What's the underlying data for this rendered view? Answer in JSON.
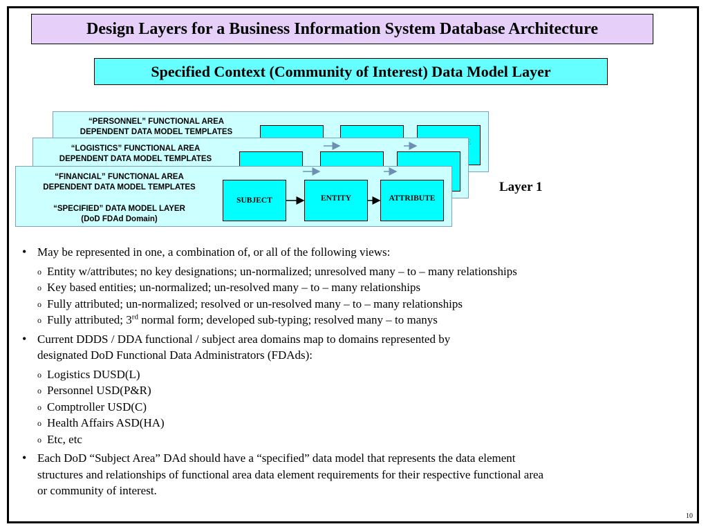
{
  "title": "Design Layers for a Business Information System Database Architecture",
  "subtitle": "Specified Context (Community of Interest) Data Model Layer",
  "diagram": {
    "layers": [
      {
        "line1": "“PERSONNEL” FUNCTIONAL AREA",
        "line2": "DEPENDENT  DATA MODEL TEMPLATES"
      },
      {
        "line1": "“LOGISTICS” FUNCTIONAL AREA",
        "line2": "DEPENDENT  DATA MODEL TEMPLATES"
      },
      {
        "line1": "“FINANCIAL” FUNCTIONAL AREA",
        "line2": "DEPENDENT  DATA MODEL TEMPLATES"
      },
      {
        "line1": "“SPECIFIED”  DATA MODEL LAYER",
        "line2": "(DoD FDAd Domain)"
      }
    ],
    "boxes": {
      "subject": "SUBJECT",
      "entity": "ENTITY",
      "attribute": "ATTRIBUTE"
    },
    "layer_label": "Layer 1",
    "colors": {
      "box_fill": "#00ffff",
      "layer_fill": "#ccffff",
      "title_fill": "#e6d0fa",
      "subtitle_fill": "#66ffff"
    }
  },
  "bullets": [
    {
      "text": "May be represented in one, a combination of,  or all of the following views:",
      "sub": [
        "Entity w/attributes; no key designations; un-normalized; unresolved many – to – many  relationships",
        "Key based entities; un-normalized; un-resolved many – to – many relationships",
        "Fully attributed; un-normalized; resolved or un-resolved many – to – many relationships"
      ],
      "sub_last": {
        "before": "Fully attributed; 3",
        "sup": "rd",
        "after": " normal form; developed sub-typing; resolved many – to manys"
      }
    },
    {
      "line1": "Current DDDS / DDA functional / subject area domains map to domains represented by",
      "line2": "designated DoD Functional Data Administrators (FDAds):",
      "sub": [
        "Logistics  DUSD(L)",
        "Personnel  USD(P&R)",
        "Comptroller  USD(C)",
        "Health Affairs ASD(HA)",
        "Etc, etc"
      ]
    },
    {
      "line1": "Each DoD “Subject Area” DAd should have a “specified” data model that represents the data element",
      "line2": "structures and relationships of functional area data element requirements for their respective functional area",
      "line3": "or community of interest."
    }
  ],
  "page_number": "10"
}
